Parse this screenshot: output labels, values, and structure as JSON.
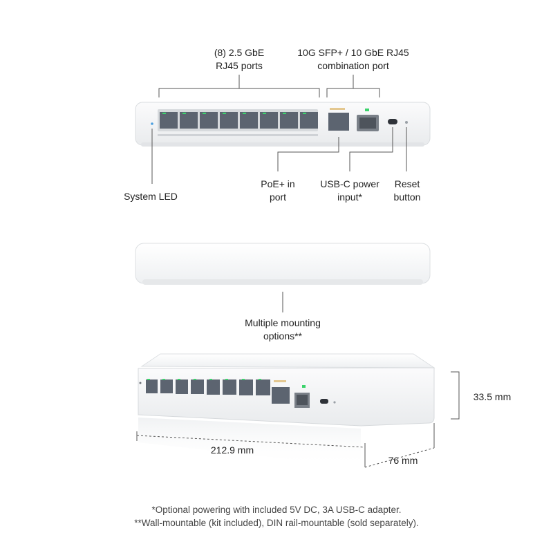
{
  "colors": {
    "device_body": "#f5f6f7",
    "port_fill": "#5c6470",
    "port_led": "#3bd36b",
    "line": "#555555",
    "text": "#222222"
  },
  "labels": {
    "rj45_ports": [
      "(8) 2.5 GbE",
      "RJ45 ports"
    ],
    "combo_port": [
      "10G SFP+ / 10 GbE RJ45",
      "combination port"
    ],
    "system_led": "System LED",
    "poe_port": [
      "PoE+ in",
      "port"
    ],
    "usbc_power": [
      "USB-C power",
      "input*"
    ],
    "reset_button": [
      "Reset",
      "button"
    ],
    "mounting": [
      "Multiple mounting",
      "options**"
    ]
  },
  "dimensions": {
    "height": "33.5 mm",
    "width": "212.9 mm",
    "depth": "76 mm"
  },
  "footnotes": [
    "*Optional powering with included 5V DC, 3A USB-C adapter.",
    "**Wall-mountable (kit included), DIN rail-mountable (sold separately)."
  ]
}
